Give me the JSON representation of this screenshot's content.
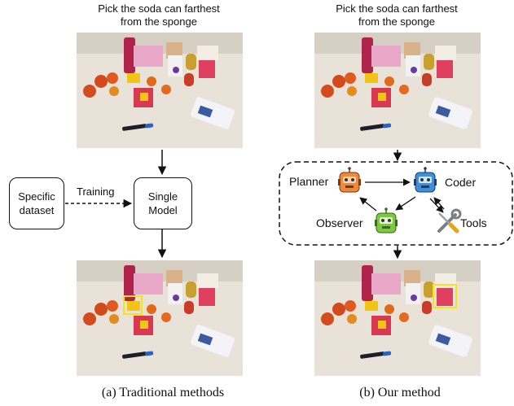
{
  "left": {
    "instruction": [
      "Pick the soda can farthest",
      "from the sponge"
    ],
    "box_dataset": [
      "Specific",
      "dataset"
    ],
    "arrow_label": "Training",
    "box_model": [
      "Single",
      "Model"
    ],
    "caption": "(a) Traditional methods"
  },
  "right": {
    "instruction": [
      "Pick the soda can farthest",
      "from the sponge"
    ],
    "agents": {
      "planner": "Planner",
      "coder": "Coder",
      "observer": "Observer",
      "tools": "Tools"
    },
    "caption": "(b) Our method"
  },
  "colors": {
    "planner": "#f0883a",
    "coder": "#3f8fd8",
    "observer": "#7cc840",
    "table": "#e7e1d6"
  },
  "icons": [
    "robot-head-icon",
    "wrench-screwdriver-icon",
    "marker-pen",
    "fruit",
    "soda-can",
    "sponge"
  ]
}
